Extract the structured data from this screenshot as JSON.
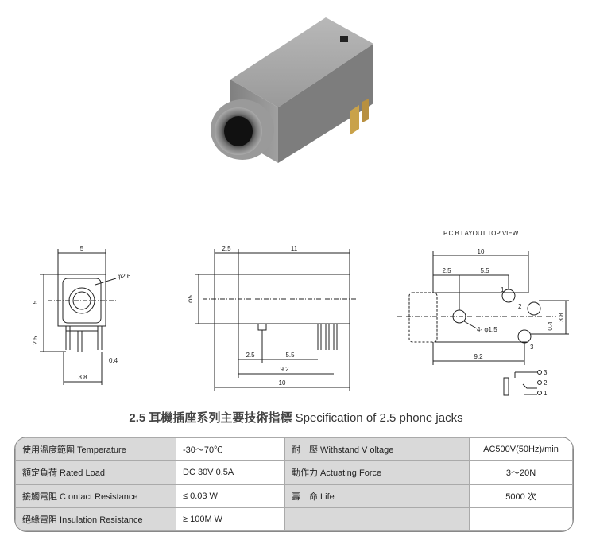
{
  "drawing": {
    "front": {
      "width": "5",
      "height": "5",
      "hole": "φ2.6",
      "pin_offset": "2.5",
      "pin_gap": "0.4",
      "base": "3.8"
    },
    "side": {
      "offset": "2.5",
      "length": "11",
      "diameter": "φ5",
      "pin1": "2.5",
      "pin2": "5.5",
      "pin3": "9.2",
      "total": "10"
    },
    "pcb": {
      "title": "P.C.B LAYOUT    TOP VIEW",
      "width": "10",
      "d1": "2.5",
      "d2": "5.5",
      "hole_label": "4- φ1.5",
      "bottom": "9.2",
      "v1": "0.4",
      "v2": "3.8",
      "pin_labels": [
        "1",
        "2",
        "3"
      ]
    },
    "schematic_labels": [
      "3",
      "2",
      "1"
    ]
  },
  "caption": {
    "cn": "2.5 耳機插座系列主要技術指標",
    "en": " Specification of 2.5 phone jacks"
  },
  "spec": {
    "rows": [
      {
        "l1": "使用溫度範圍 Temperature",
        "v1": "-30～70℃",
        "l2": "耐　壓  Withstand V oltage",
        "v2": "AC500V(50Hz)/min"
      },
      {
        "l1": "額定負荷 Rated Load",
        "v1": "DC 30V 0.5A",
        "l2": "動作力  Actuating Force",
        "v2": "3～20N"
      },
      {
        "l1": "接觸電阻  C ontact Resistance",
        "v1": "≤ 0.03 W",
        "l2": "壽　命  Life",
        "v2": "5000 次"
      },
      {
        "l1": "絕緣電阻  Insulation Resistance",
        "v1": "≥ 100M W",
        "l2": "",
        "v2": ""
      }
    ]
  }
}
